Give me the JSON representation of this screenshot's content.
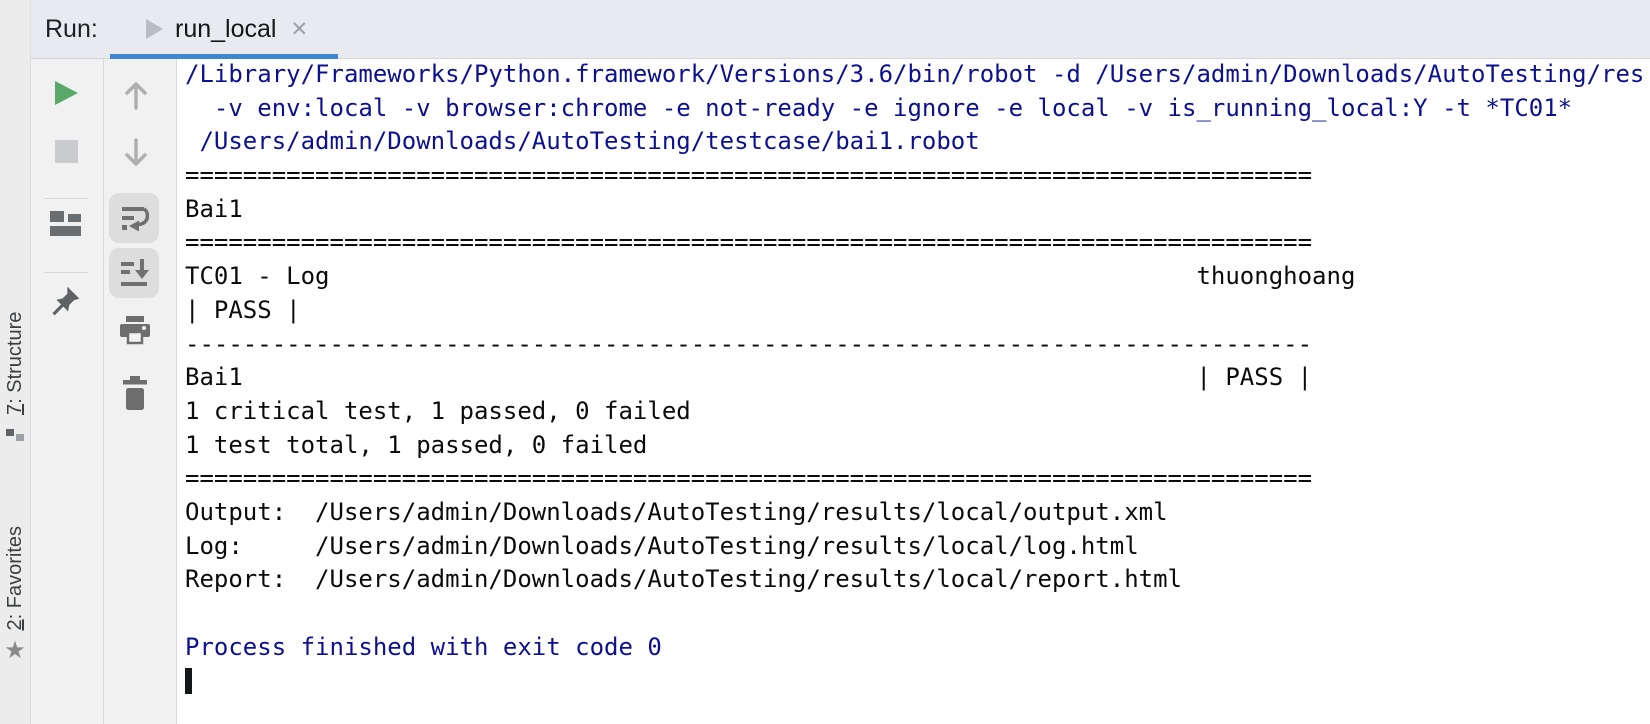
{
  "window": {
    "label": "Run:"
  },
  "tab": {
    "label": "run_local",
    "close_icon": "✕"
  },
  "sidebar": {
    "structure": {
      "mnemonic": "7",
      "label": ": Structure"
    },
    "favorites": {
      "mnemonic": "2",
      "label": ": Favorites",
      "star": "★"
    }
  },
  "colors": {
    "tab_underline": "#3E86D0",
    "system_text_blue": "#0d1190",
    "output_text": "#0b0b0b",
    "run_green": "#59A869",
    "toggle_active_bg": "#DDDDDE"
  },
  "console": {
    "lines": [
      {
        "text": "/Library/Frameworks/Python.framework/Versions/3.6/bin/robot -d /Users/admin/Downloads/AutoTesting/res"
      },
      {
        "text": "  -v env:local -v browser:chrome -e not-ready -e ignore -e local -v is_running_local:Y -t *TC01*"
      },
      {
        "text": " /Users/admin/Downloads/AutoTesting/testcase/bai1.robot"
      },
      {
        "text": "=============================================================================="
      },
      {
        "text": "Bai1"
      },
      {
        "text": "=============================================================================="
      },
      {
        "text": "TC01 - Log                                                            thuonghoang"
      },
      {
        "text": "| PASS |"
      },
      {
        "text": "------------------------------------------------------------------------------"
      },
      {
        "text": "Bai1                                                                  | PASS |"
      },
      {
        "text": "1 critical test, 1 passed, 0 failed"
      },
      {
        "text": "1 test total, 1 passed, 0 failed"
      },
      {
        "text": "=============================================================================="
      },
      {
        "text": "Output:  /Users/admin/Downloads/AutoTesting/results/local/output.xml"
      },
      {
        "text": "Log:     /Users/admin/Downloads/AutoTesting/results/local/log.html"
      },
      {
        "text": "Report:  /Users/admin/Downloads/AutoTesting/results/local/report.html"
      },
      {
        "text": ""
      },
      {
        "text": "Process finished with exit code 0"
      }
    ]
  }
}
